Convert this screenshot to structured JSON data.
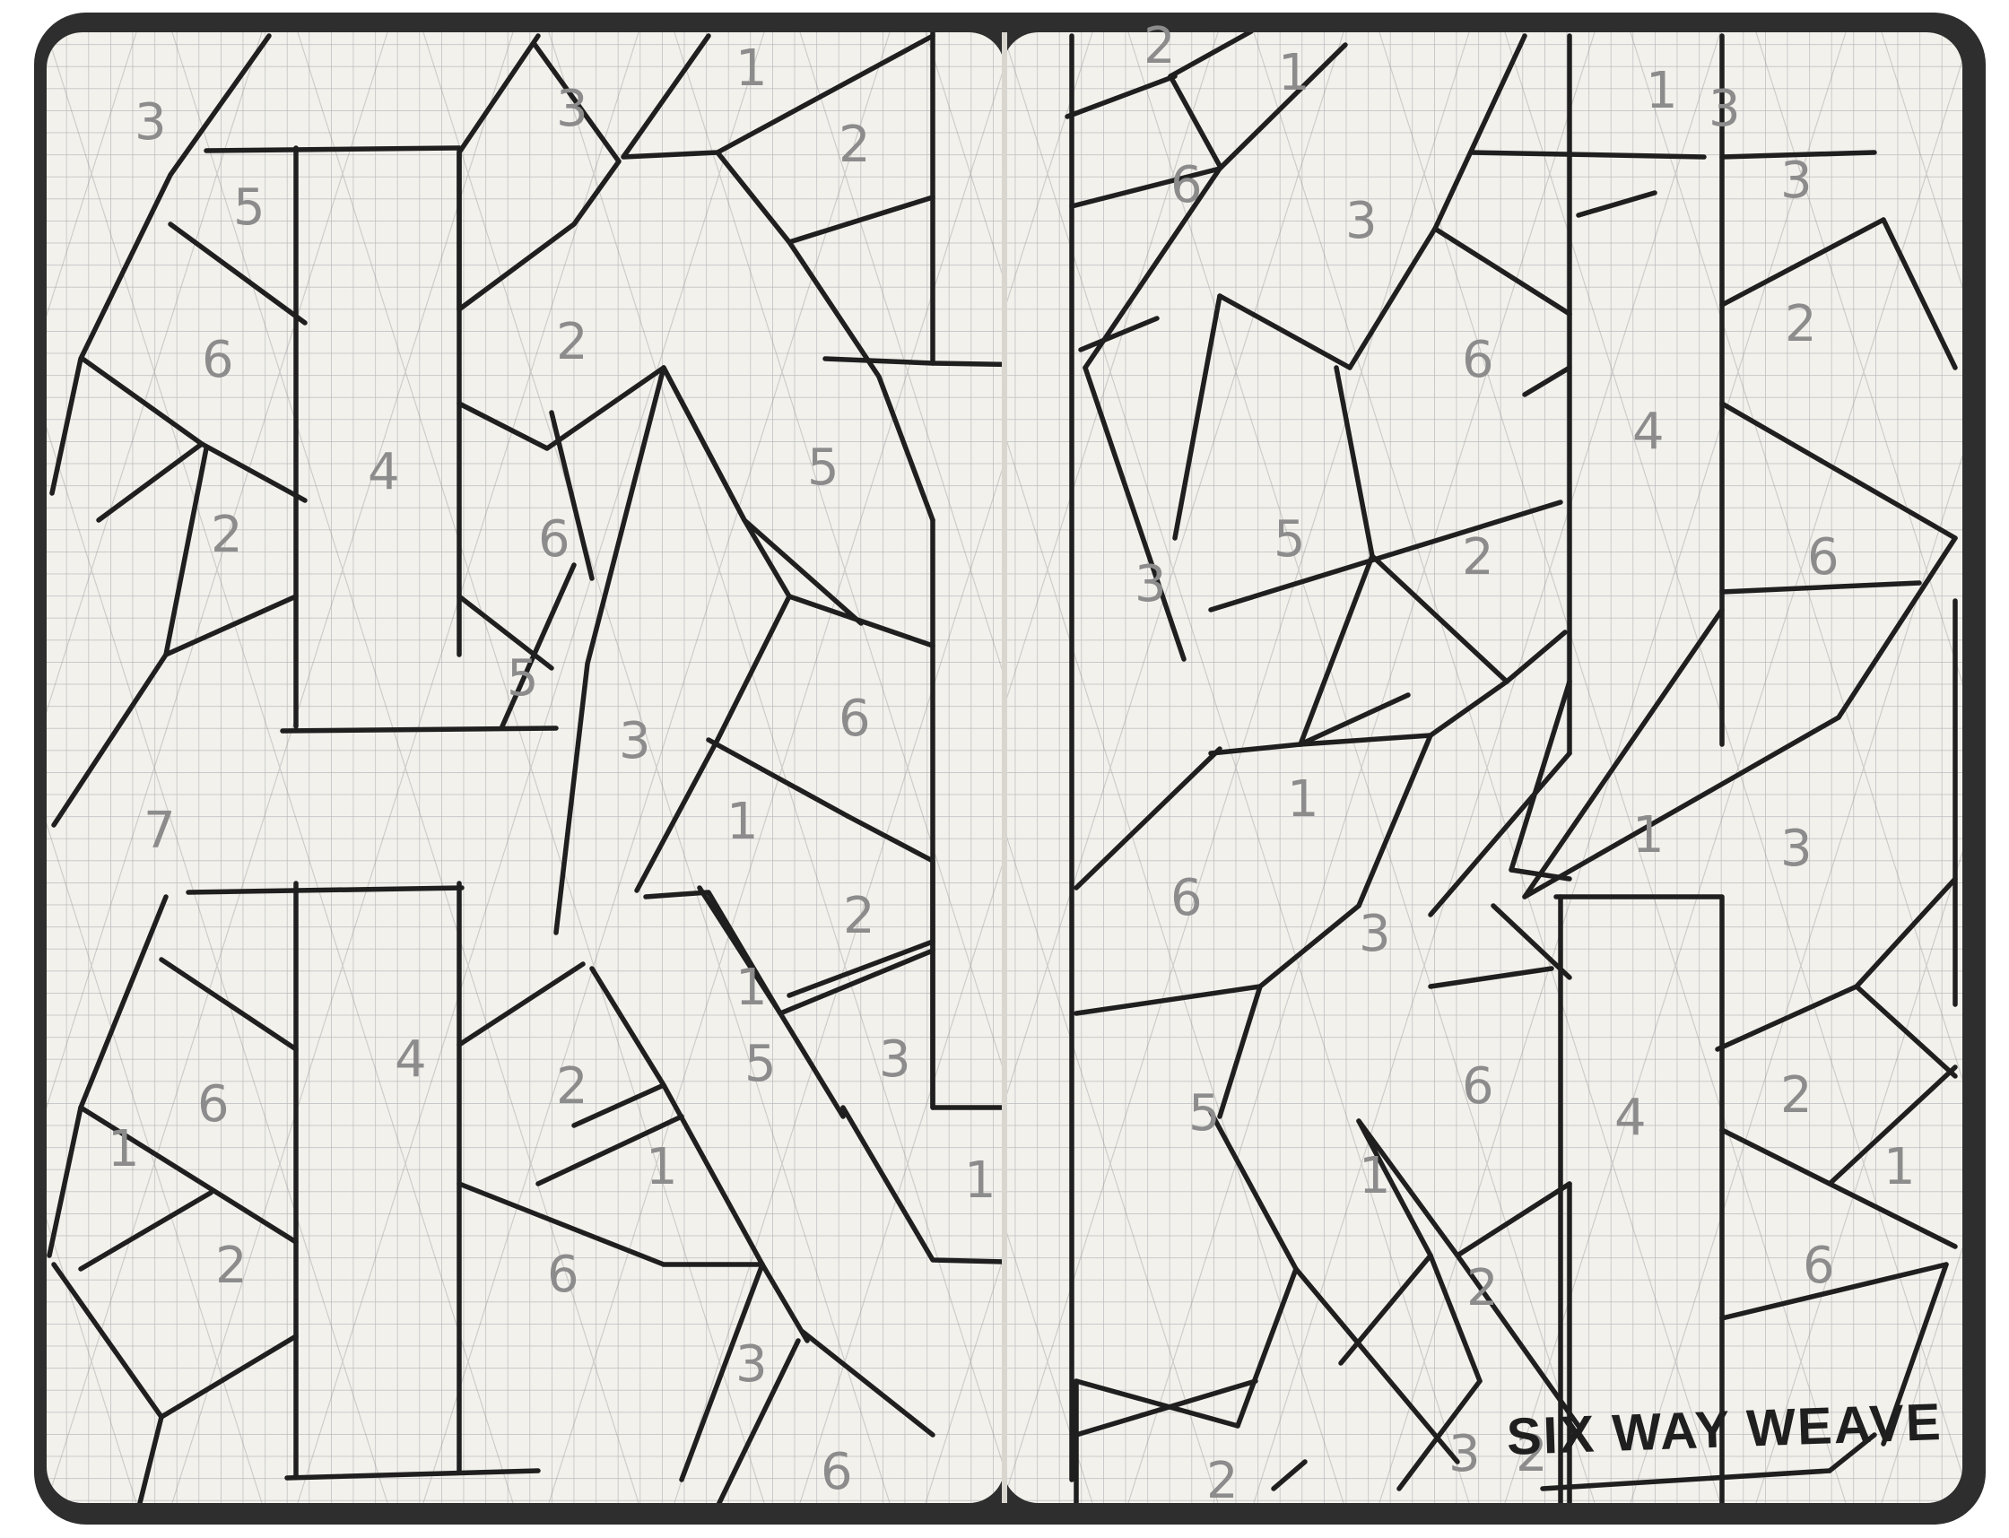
{
  "photo": {
    "subject": "open notebook sketch of a tiling pattern",
    "caption": "SIX WAY WEAVE",
    "colors": {
      "background": "#ffffff",
      "cover": "#2e2e2e",
      "paper": "#f3f1ec",
      "grid": "#b9bbbd",
      "ink": "#1f1f1f",
      "pencil": "#8c8c8c"
    }
  },
  "left_page": {
    "labels": [
      {
        "text": "3"
      },
      {
        "text": "5"
      },
      {
        "text": "6"
      },
      {
        "text": "2"
      },
      {
        "text": "7"
      },
      {
        "text": "6"
      },
      {
        "text": "1"
      },
      {
        "text": "2"
      },
      {
        "text": "4"
      },
      {
        "text": "4"
      },
      {
        "text": "3"
      },
      {
        "text": "2"
      },
      {
        "text": "6"
      },
      {
        "text": "5"
      },
      {
        "text": "3"
      },
      {
        "text": "1"
      },
      {
        "text": "2"
      },
      {
        "text": "1"
      },
      {
        "text": "6"
      },
      {
        "text": "1"
      },
      {
        "text": "2"
      },
      {
        "text": "5"
      },
      {
        "text": "6"
      },
      {
        "text": "1"
      },
      {
        "text": "2"
      },
      {
        "text": "3"
      },
      {
        "text": "5"
      },
      {
        "text": "3"
      },
      {
        "text": "6"
      },
      {
        "text": "1"
      }
    ]
  },
  "right_page": {
    "labels": [
      {
        "text": "2"
      },
      {
        "text": "1"
      },
      {
        "text": "6"
      },
      {
        "text": "3"
      },
      {
        "text": "6"
      },
      {
        "text": "5"
      },
      {
        "text": "3"
      },
      {
        "text": "2"
      },
      {
        "text": "1"
      },
      {
        "text": "6"
      },
      {
        "text": "3"
      },
      {
        "text": "5"
      },
      {
        "text": "1"
      },
      {
        "text": "2"
      },
      {
        "text": "3"
      },
      {
        "text": "6"
      },
      {
        "text": "2"
      },
      {
        "text": "4"
      },
      {
        "text": "3"
      },
      {
        "text": "1"
      },
      {
        "text": "3"
      },
      {
        "text": "2"
      },
      {
        "text": "6"
      },
      {
        "text": "4"
      },
      {
        "text": "1"
      },
      {
        "text": "2"
      },
      {
        "text": "6"
      },
      {
        "text": "1"
      },
      {
        "text": "3"
      },
      {
        "text": "2"
      }
    ]
  }
}
